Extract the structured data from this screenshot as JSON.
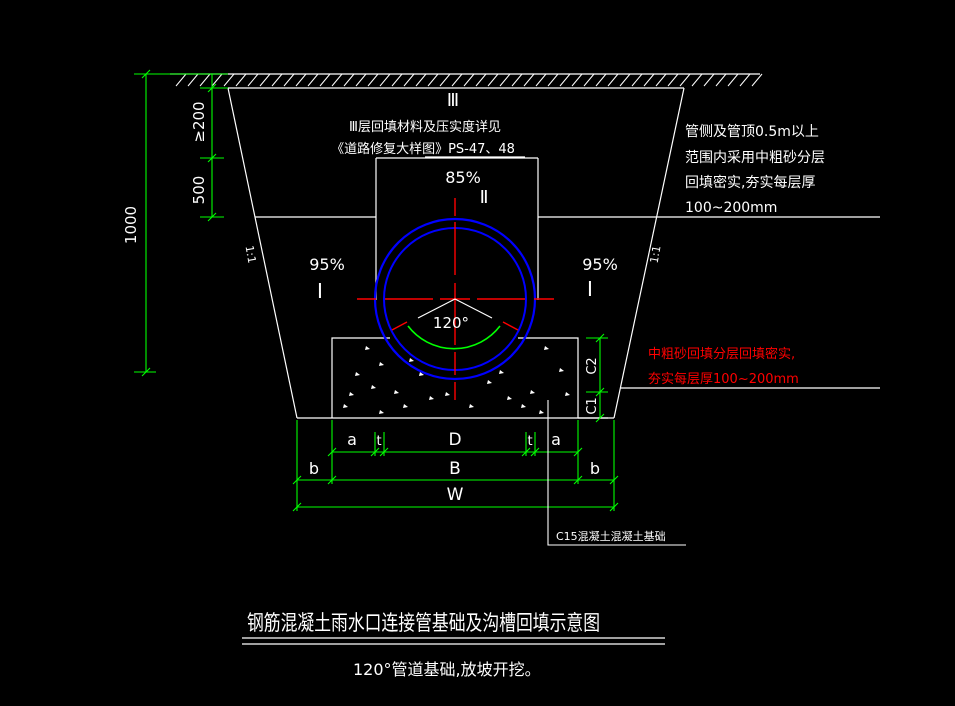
{
  "colors": {
    "background": "#000000",
    "line": "#ffffff",
    "dimension": "#00ff00",
    "pipe": "#0000ff",
    "centerline": "#ff0000",
    "note_red": "#ff0000",
    "angle_arc": "#00ff00"
  },
  "dimensions_left": {
    "total": "1000",
    "top_cover": "≥200",
    "layer": "500"
  },
  "zone3": {
    "roman": "Ⅲ",
    "note_line1": "Ⅲ层回填材料及压实度详见",
    "note_line2": "《道路修复大样图》PS-47、48"
  },
  "zone2": {
    "percent": "85%",
    "roman": "Ⅱ"
  },
  "zone1_left": {
    "percent": "95%",
    "roman": "Ⅰ"
  },
  "zone1_right": {
    "percent": "95%",
    "roman": "Ⅰ"
  },
  "slope_left": "1:1",
  "slope_right": "1:1",
  "note_right": {
    "line1": "管侧及管顶0.5m以上",
    "line2": "范围内采用中粗砂分层",
    "line3": "回填密实,夯实每层厚",
    "line4": "100~200mm"
  },
  "note_red": {
    "line1": "中粗砂回填分层回填密实,",
    "line2": "夯实每层厚100~200mm"
  },
  "angle_label": "120°",
  "foundation_dims": {
    "c2": "C2",
    "c1": "C1"
  },
  "bottom_dims": {
    "a_left": "a",
    "t_left": "t",
    "d": "D",
    "t_right": "t",
    "a_right": "a",
    "b_left": "b",
    "b_mid": "B",
    "b_right": "b",
    "w": "W"
  },
  "foundation_label": "C15混凝土混凝土基础",
  "title": "钢筋混凝土雨水口连接管基础及沟槽回填示意图",
  "subtitle": "120°管道基础,放坡开挖。"
}
